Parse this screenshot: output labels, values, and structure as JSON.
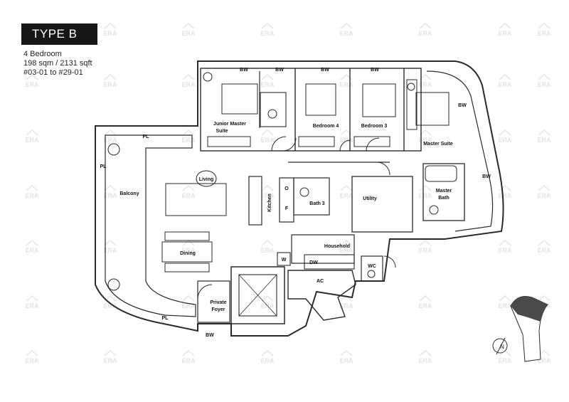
{
  "unit": {
    "type_label": "TYPE B",
    "bedrooms": "4 Bedroom",
    "area": "198 sqm / 2131 sqft",
    "units": "#03-01 to #29-01"
  },
  "rooms": {
    "junior_master": "Junior Master",
    "junior_master_suite": "Suite",
    "bedroom4": "Bedroom 4",
    "bedroom3": "Bedroom 3",
    "master_suite": "Master Suite",
    "living": "Living",
    "balcony": "Balcony",
    "kitchen": "Kitchen",
    "bath3": "Bath 3",
    "utility": "Utility",
    "master_bath": "Master",
    "master_bath_2": "Bath",
    "dining": "Dining",
    "household_shelter": "Household",
    "private_foyer": "Private",
    "private_foyer_2": "Foyer",
    "ac": "AC",
    "dw": "DW",
    "wc": "WC",
    "w": "W",
    "f": "F",
    "o": "O"
  },
  "abbrev": {
    "bw": "BW",
    "pl": "PL"
  },
  "compass": {
    "north": "N"
  },
  "watermark": {
    "text": "ERA",
    "color": "#9a9a9a"
  },
  "colors": {
    "wall": "#2a2a2a",
    "banner": "#161616"
  }
}
